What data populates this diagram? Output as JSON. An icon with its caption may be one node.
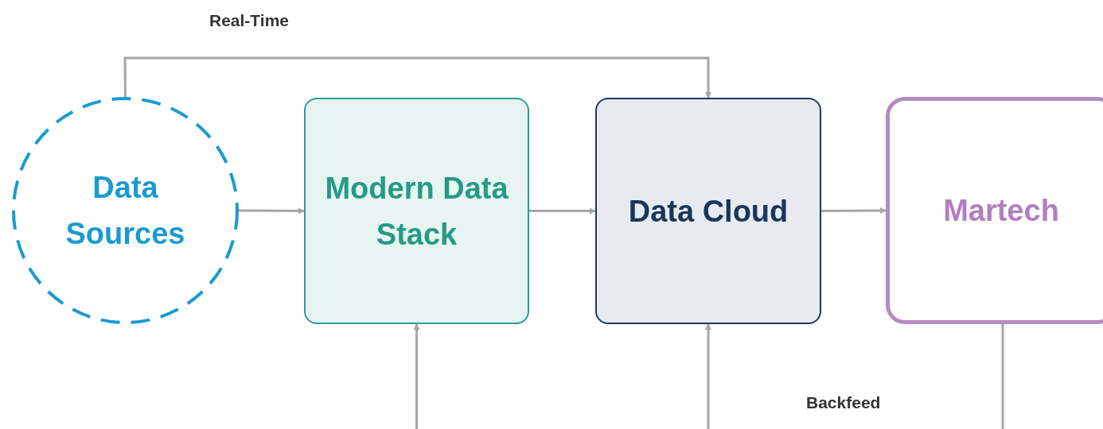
{
  "diagram": {
    "nodes": [
      {
        "text": [
          "Data Sources"
        ]
      },
      {
        "text": [
          "Modern Data Stack"
        ]
      },
      {
        "text": [
          "Data Cloud"
        ]
      },
      {
        "text": [
          "Martech"
        ]
      }
    ],
    "edges": [
      {
        "from": 0,
        "to": 1,
        "arrow": "to"
      },
      {
        "from": 1,
        "to": 2,
        "arrow": "to"
      },
      {
        "from": 2,
        "to": 3,
        "arrow": "to"
      },
      {
        "from": 0,
        "to": 2,
        "arrow": "to",
        "label": "Real-Time"
      },
      {
        "from": null,
        "to": 1,
        "arrow": "to"
      },
      {
        "from": null,
        "to": 2,
        "arrow": "to"
      },
      {
        "from": 3,
        "to": null,
        "arrow": "none"
      }
    ],
    "labels": [
      "Backfeed"
    ]
  }
}
